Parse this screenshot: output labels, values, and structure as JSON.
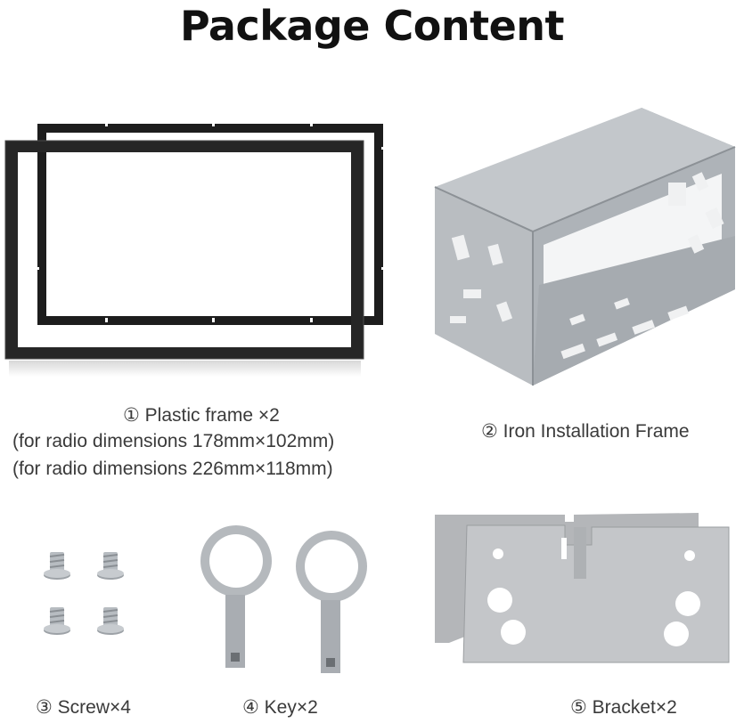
{
  "header": {
    "title": "Package Content"
  },
  "items": {
    "plastic_frame": {
      "label": "① Plastic frame ×2",
      "dim1": "(for radio dimensions 178mm×102mm)",
      "dim2": "(for radio dimensions  226mm×118mm)"
    },
    "iron_frame": {
      "label": "② Iron Installation Frame"
    },
    "screw": {
      "label": "③ Screw×4"
    },
    "key": {
      "label": "④ Key×2"
    },
    "bracket": {
      "label": "⑤ Bracket×2"
    }
  }
}
